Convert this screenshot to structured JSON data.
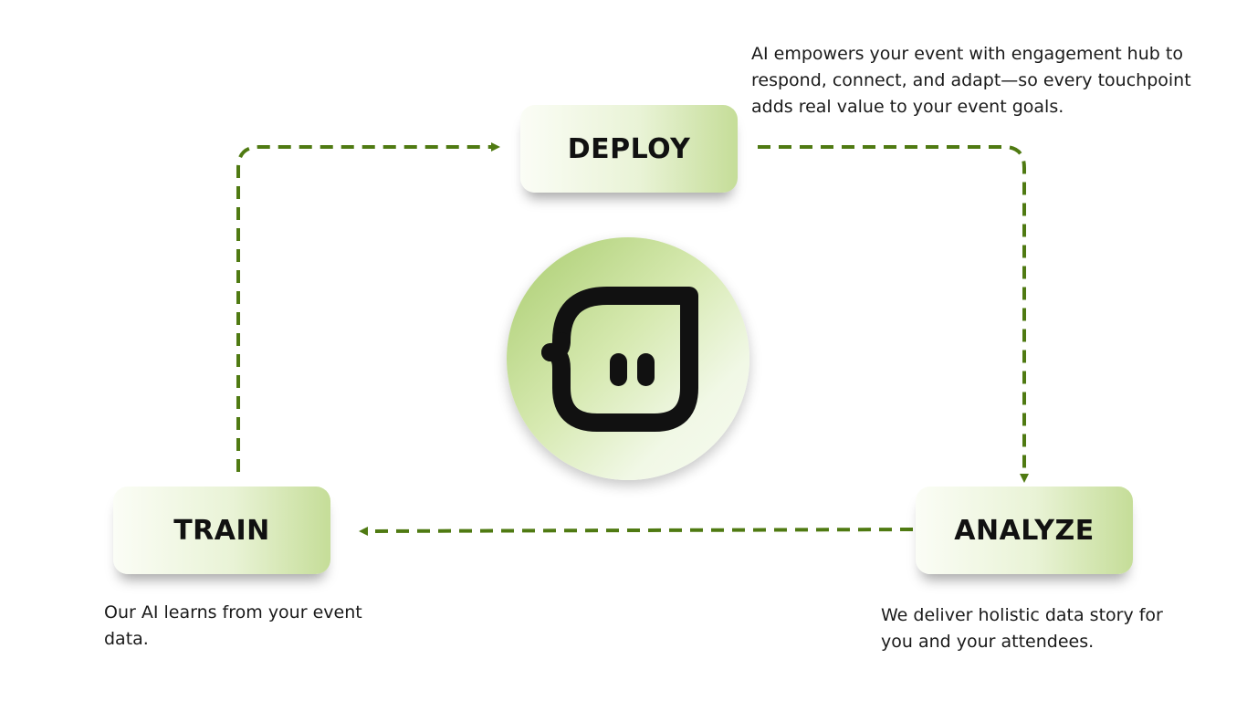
{
  "stages": {
    "deploy": {
      "label": "DEPLOY",
      "description": "AI empowers your event with engagement hub to respond, connect, and adapt—so every touchpoint adds real value to your event goals."
    },
    "train": {
      "label": "TRAIN",
      "description": "Our AI learns from your event data."
    },
    "analyze": {
      "label": "ANALYZE",
      "description": "We deliver holistic data story for you and your attendees."
    }
  },
  "center": {
    "icon": "face-logo-icon"
  },
  "colors": {
    "arrow": "#4f7a12",
    "box_gradient_light": "#fbfdf6",
    "box_gradient_dark": "#c5dd98",
    "logo_mark": "#111111"
  }
}
